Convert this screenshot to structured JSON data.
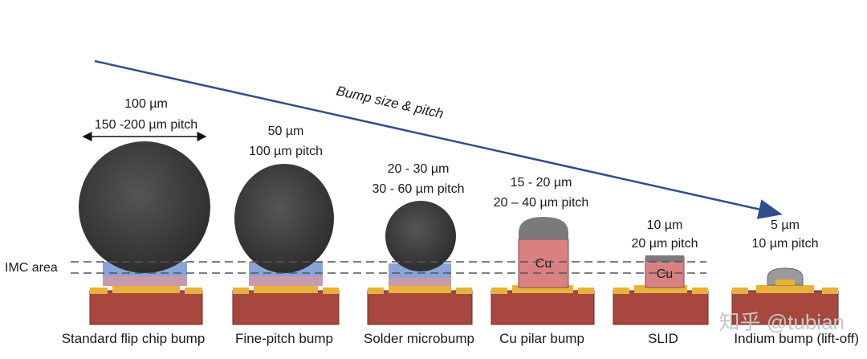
{
  "title": "Bump size & pitch",
  "imc_label": "IMC area",
  "watermark": "知乎 @tubian",
  "colors": {
    "solder": "#3a3a3a",
    "imc": "#8aa4d8",
    "imc_pink": "#c89aaa",
    "substrate": "#a8473e",
    "pad": "#e8b23a",
    "copper": "#d98080",
    "arrow": "#2f4f8a"
  },
  "bumps": [
    {
      "name": "Standard flip chip bump",
      "size": "100 µm",
      "pitch": "150 -200 µm pitch"
    },
    {
      "name": "Fine-pitch bump",
      "size": "50 µm",
      "pitch": "100 µm pitch"
    },
    {
      "name": "Solder microbump",
      "size": "20 - 30 µm",
      "pitch": "30 - 60 µm pitch"
    },
    {
      "name": "Cu pilar bump",
      "size": "15 - 20 µm",
      "pitch": "20 – 40 µm pitch",
      "inner": "Cu"
    },
    {
      "name": "SLID",
      "size": "10 µm",
      "pitch": "20 µm pitch",
      "inner": "Cu"
    },
    {
      "name": "Indium bump (lift-off)",
      "size": "5 µm",
      "pitch": "10 µm pitch"
    }
  ]
}
